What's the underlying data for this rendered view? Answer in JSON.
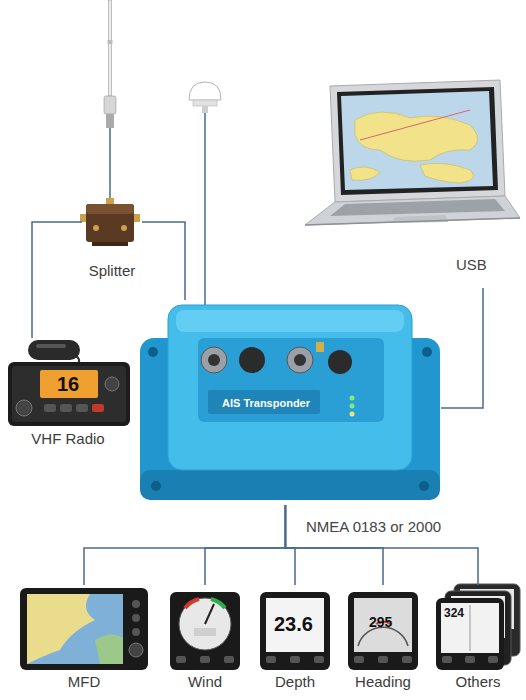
{
  "diagram": {
    "nodes": [
      {
        "text": [
          "Splitter"
        ]
      },
      {
        "text": [
          "VHF Radio"
        ]
      },
      {
        "text": [
          "AIS Transponder"
        ]
      },
      {
        "text": [
          "MFD"
        ]
      },
      {
        "text": [
          "Wind"
        ]
      },
      {
        "text": [
          "Depth"
        ]
      },
      {
        "text": [
          "Heading"
        ]
      },
      {
        "text": [
          "Others"
        ]
      }
    ],
    "edges": [
      {
        "from": 0,
        "to": 1,
        "arrow": "none"
      },
      {
        "from": 0,
        "to": 2,
        "arrow": "none"
      },
      {
        "from": 2,
        "to": 3,
        "arrow": "none"
      },
      {
        "from": 2,
        "to": 4,
        "arrow": "none"
      },
      {
        "from": 2,
        "to": 5,
        "arrow": "none"
      },
      {
        "from": 2,
        "to": 6,
        "arrow": "none"
      },
      {
        "from": 2,
        "to": 7,
        "arrow": "none"
      }
    ],
    "labels": [
      "USB",
      "NMEA 0183 or 2000",
      "16",
      "23.6",
      "295",
      "324"
    ]
  }
}
